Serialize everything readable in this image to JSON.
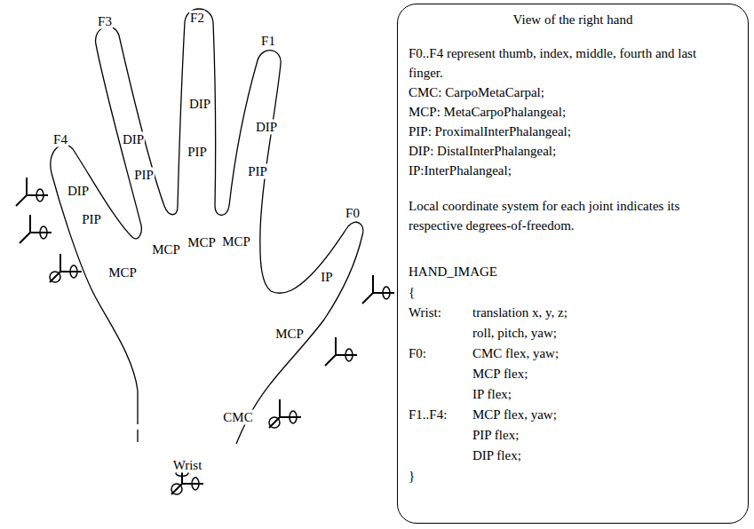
{
  "diagram": {
    "nodes": [
      {
        "text": [
          "View of the right hand",
          "F0..F4 represent thumb, index, middle, fourth and last finger.",
          "CMC: CarpoMetaCarpal;",
          "MCP: MetaCarpoPhalangeal;",
          "PIP: ProximalInterPhalangeal;",
          "DIP: DistalInterPhalangeal;",
          "IP:InterPhalangeal;",
          "Local coordinate system for each joint indicates its respective degrees-of-freedom.",
          "HAND_IMAGE",
          "{",
          "Wrist:",
          "translation x, y, z;",
          "roll, pitch, yaw;",
          "F0:",
          "CMC flex, yaw;",
          "MCP flex;",
          "IP flex;",
          "F1..F4:",
          "MCP flex, yaw;",
          "PIP flex;",
          "DIP flex;",
          "}"
        ]
      }
    ],
    "labels": [
      "F3",
      "F2",
      "F1",
      "F4",
      "DIP",
      "DIP",
      "DIP",
      "PIP",
      "PIP",
      "PIP",
      "F0",
      "DIP",
      "PIP",
      "MCP",
      "MCP",
      "MCP",
      "MCP",
      "IP",
      "MCP",
      "CMC",
      "Wrist"
    ]
  }
}
